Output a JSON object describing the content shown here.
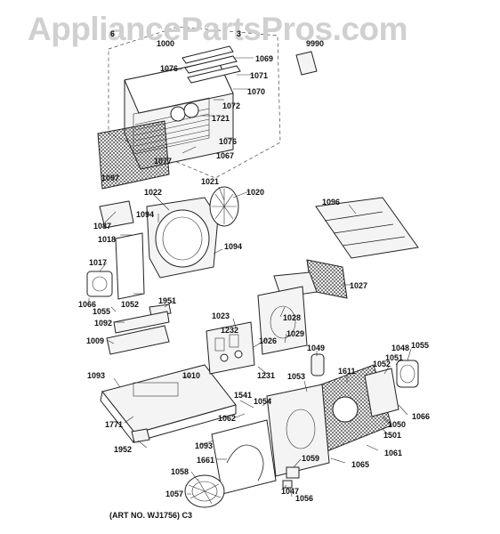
{
  "watermark": "AppliancePartsPros.com",
  "art_number": "(ART NO. WJ1756) C3",
  "callouts": {
    "c6a": "6",
    "c1000": "1000",
    "c3": "3",
    "c9990": "9990",
    "c1069": "1069",
    "c1076a": "1076",
    "c1071": "1071",
    "c1070": "1070",
    "c1072": "1072",
    "c1721": "1721",
    "c1076b": "1076",
    "c1067": "1067",
    "c1077": "1077",
    "c1097": "1097",
    "c1021": "1021",
    "c1020": "1020",
    "c1022": "1022",
    "c1094a": "1094",
    "c1087": "1087",
    "c1018": "1018",
    "c1094b": "1094",
    "c1017": "1017",
    "c1066": "1066",
    "c1052a": "1052",
    "c1951": "1951",
    "c1055a": "1055",
    "c1092": "1092",
    "c1009": "1009",
    "c1096": "1096",
    "c1027": "1027",
    "c1023": "1023",
    "c1232": "1232",
    "c1028": "1028",
    "c1029": "1029",
    "c1026": "1026",
    "c1049": "1049",
    "c1048": "1048",
    "c1055b": "1055",
    "c1051": "1051",
    "c1231": "1231",
    "c1053": "1053",
    "c1611": "1611",
    "c1052b": "1052",
    "c1093a": "1093",
    "c1010": "1010",
    "c1541": "1541",
    "c1054": "1054",
    "c1062": "1062",
    "c1050": "1050",
    "c1066b": "1066",
    "c1501": "1501",
    "c1771": "1771",
    "c1093b": "1093",
    "c1952": "1952",
    "c1661": "1661",
    "c1061": "1061",
    "c1059": "1059",
    "c1065": "1065",
    "c1058": "1058",
    "c1047": "1047",
    "c1057": "1057",
    "c1056": "1056"
  }
}
